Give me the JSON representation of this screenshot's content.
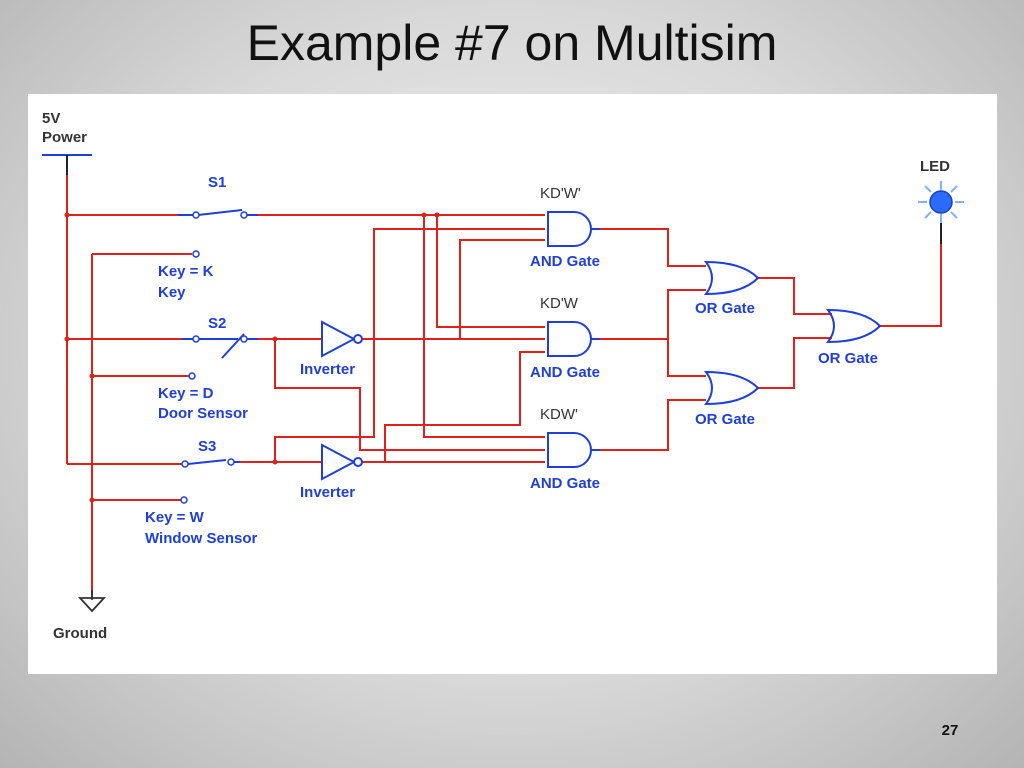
{
  "slide": {
    "title": "Example #7 on Multisim",
    "number": "27"
  },
  "diagram": {
    "power": {
      "line1": "5V",
      "line2": "Power"
    },
    "ground": "Ground",
    "led": "LED",
    "switches": [
      {
        "name": "S1",
        "key_line1": "Key = K",
        "key_line2": "Key"
      },
      {
        "name": "S2",
        "key_line1": "Key = D",
        "key_line2": "Door Sensor"
      },
      {
        "name": "S3",
        "key_line1": "Key = W",
        "key_line2": "Window Sensor"
      }
    ],
    "inverters": [
      "Inverter",
      "Inverter"
    ],
    "and_gates": [
      {
        "expr": "KD'W'",
        "label": "AND Gate"
      },
      {
        "expr": "KD'W",
        "label": "AND Gate"
      },
      {
        "expr": "KDW'",
        "label": "AND Gate"
      }
    ],
    "or_gates": [
      "OR Gate",
      "OR Gate",
      "OR Gate"
    ],
    "colors": {
      "wire": "#e0201b",
      "component": "#1f3fd8",
      "led": "#2a6cff"
    }
  }
}
